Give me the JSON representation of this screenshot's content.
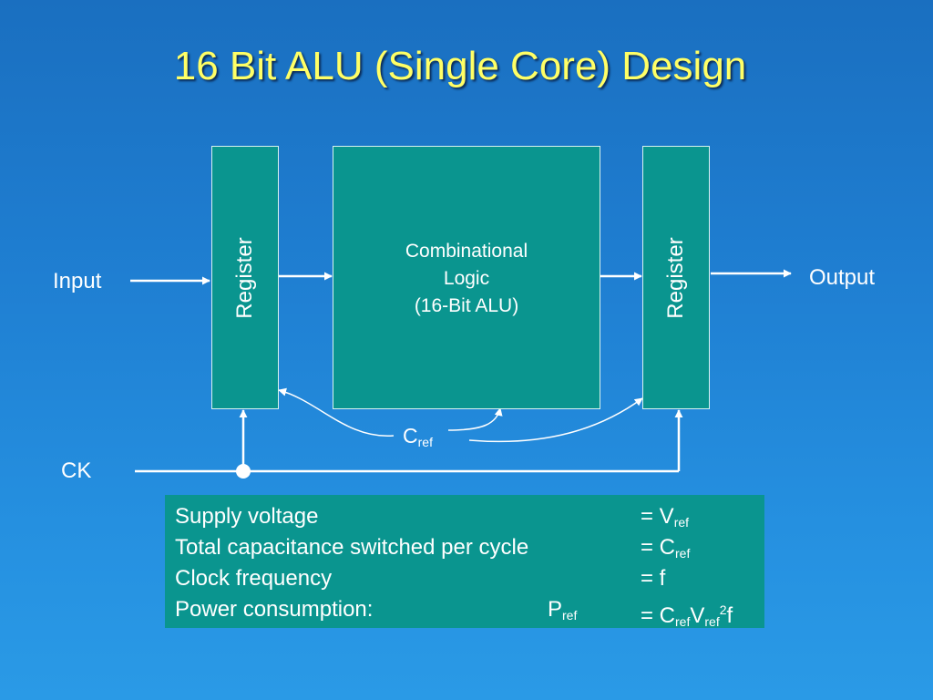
{
  "slide": {
    "title": "16 Bit ALU (Single Core) Design"
  },
  "diagram": {
    "register_left": "Register",
    "register_right": "Register",
    "logic_line1": "Combinational",
    "logic_line2": "Logic",
    "logic_line3": "(16-Bit ALU)",
    "input_label": "Input",
    "output_label": "Output",
    "clock_label": "CK",
    "cref_main": "C",
    "cref_sub": "ref"
  },
  "info_box": {
    "rows": [
      {
        "label": "Supply voltage",
        "eq_main": "= V",
        "eq_sub": "ref"
      },
      {
        "label": "Total capacitance switched per cycle",
        "eq_main": "= C",
        "eq_sub": "ref"
      },
      {
        "label": "Clock frequency",
        "eq_main": "= f"
      },
      {
        "label": "Power consumption:",
        "symbol_main": "P",
        "symbol_sub": "ref",
        "eq_parts": [
          "= C",
          "ref",
          "V",
          "ref",
          "2",
          "f"
        ]
      }
    ]
  },
  "colors": {
    "background": "#1f7fd2",
    "title": "#ffff66",
    "box_fill": "#0a958f",
    "line": "#ffffff"
  }
}
